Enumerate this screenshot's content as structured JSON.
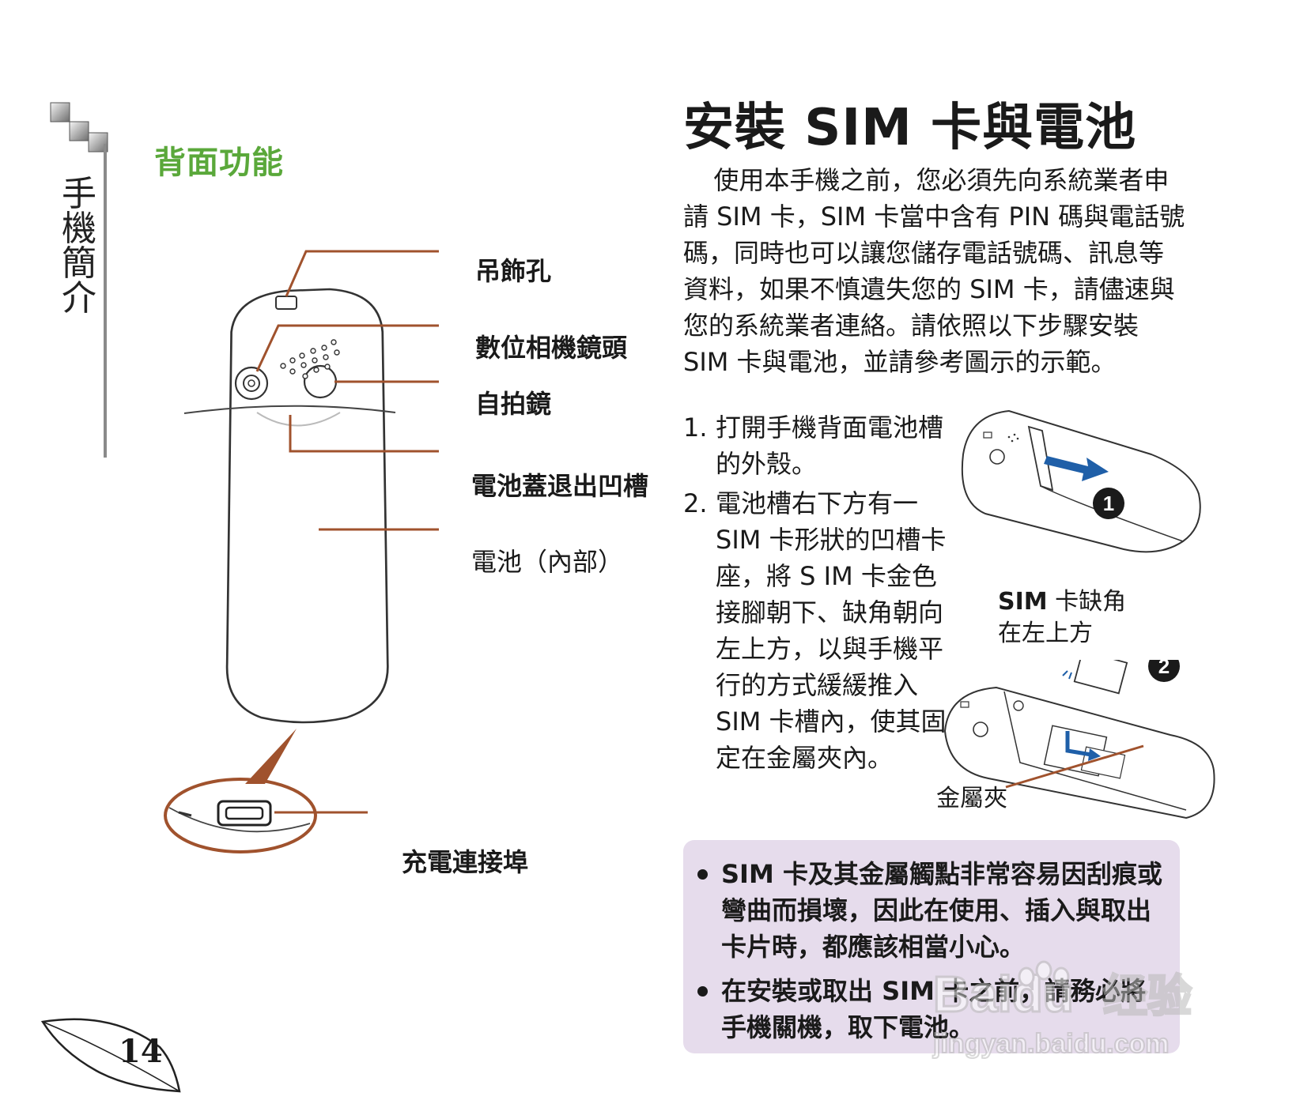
{
  "margin": {
    "chapter_title": "手機簡介"
  },
  "left": {
    "section_title": "背面功能",
    "labels": {
      "strap_hole": "吊飾孔",
      "camera_lens": "數位相機鏡頭",
      "selfie_mirror": "自拍鏡",
      "cover_notch": "電池蓋退出凹槽",
      "battery": "電池（內部）",
      "charge_port": "充電連接埠"
    }
  },
  "right": {
    "title": "安裝 SIM 卡與電池",
    "intro": "使用本手機之前，您必須先向系統業者申請 SIM 卡，SIM 卡當中含有 PIN 碼與電話號碼，同時也可以讓您儲存電話號碼、訊息等資料，如果不慎遺失您的 SIM 卡，請儘速與您的系統業者連絡。請依照以下步驟安裝 SIM 卡與電池，並請參考圖示的示範。",
    "steps": [
      {
        "num": "1.",
        "text": "打開手機背面電池槽的外殼。"
      },
      {
        "num": "2.",
        "text": "電池槽右下方有一 SIM 卡形狀的凹槽卡座，將 S IM 卡金色接腳朝下、缺角朝向左上方，以與手機平行的方式緩緩推入 SIM 卡槽內，使其固定在金屬夾內。"
      }
    ],
    "figure_badges": [
      "1",
      "2"
    ],
    "sim_note_bold": "SIM",
    "sim_note_rest": " 卡缺角",
    "sim_note_line2": "在左上方",
    "clip_label": "金屬夾",
    "notes": [
      "SIM 卡及其金屬觸點非常容易因刮痕或彎曲而損壞，因此在使用、插入與取出卡片時，都應該相當小心。",
      "在安裝或取出 SIM 卡之前，請務必將手機關機，取下電池。"
    ]
  },
  "watermark": {
    "brand": "Baidu",
    "brand_cn": "经验",
    "url": "jingyan.baidu.com"
  },
  "footer": {
    "page_number": "14"
  },
  "colors": {
    "accent_green": "#5aa83a",
    "leader_brown": "#a0522d",
    "note_bg": "#e6dcec",
    "badge_dark": "#1a1a1a",
    "arrow_blue": "#1f5fa8"
  }
}
